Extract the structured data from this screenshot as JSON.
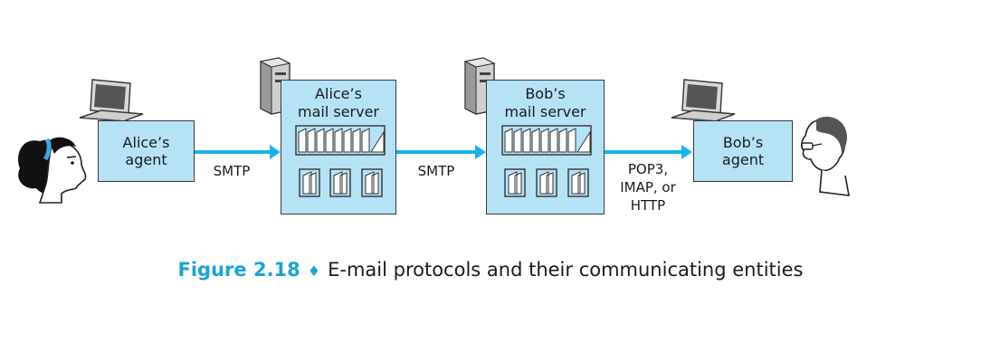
{
  "alice_agent": {
    "line1": "Alice’s",
    "line2": "agent"
  },
  "alice_server": {
    "line1": "Alice’s",
    "line2": "mail server"
  },
  "bob_server": {
    "line1": "Bob’s",
    "line2": "mail server"
  },
  "bob_agent": {
    "line1": "Bob’s",
    "line2": "agent"
  },
  "links": {
    "smtp1": "SMTP",
    "smtp2": "SMTP",
    "pop_line1": "POP3,",
    "pop_line2": "IMAP, or",
    "pop_line3": "HTTP"
  },
  "caption": {
    "figure": "Figure 2.18",
    "diamond": "♦",
    "text": "E-mail protocols and their communicating entities"
  },
  "colors": {
    "box": "#b6e2f6",
    "arrow": "#18b4e9",
    "caption": "#1aa3d9"
  },
  "icons": [
    "person-alice-icon",
    "desktop-computer-icon",
    "server-tower-icon",
    "person-bob-icon"
  ]
}
